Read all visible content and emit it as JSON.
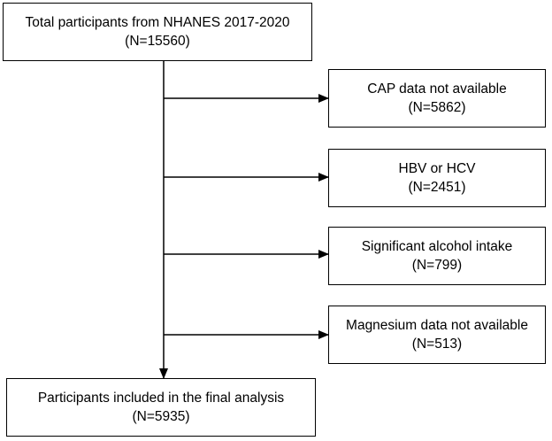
{
  "boxes": {
    "total": {
      "line1": "Total participants from NHANES 2017-2020",
      "line2": "(N=15560)"
    },
    "cap": {
      "line1": "CAP data not available",
      "line2": "(N=5862)"
    },
    "hbv": {
      "line1": "HBV or HCV",
      "line2": "(N=2451)"
    },
    "alcohol": {
      "line1": "Significant alcohol intake",
      "line2": "(N=799)"
    },
    "magnesium": {
      "line1": "Magnesium data not available",
      "line2": "(N=513)"
    },
    "final": {
      "line1": "Participants included in the final analysis",
      "line2": "(N=5935)"
    }
  },
  "colors": {
    "stroke": "#000000",
    "background": "#ffffff"
  }
}
